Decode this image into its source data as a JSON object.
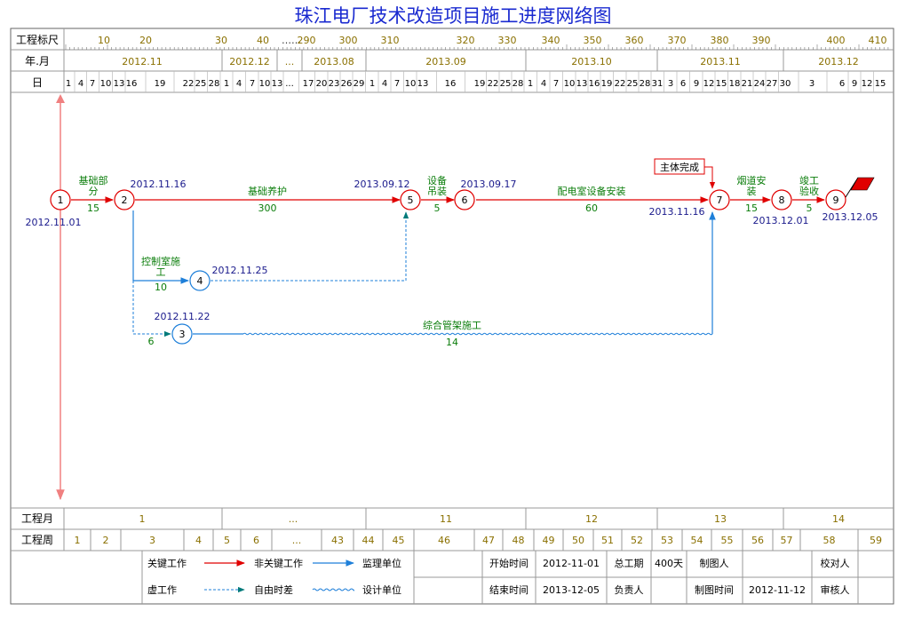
{
  "title": "珠江电厂技术改造项目施工进度网络图",
  "colors": {
    "critical": "#e00000",
    "noncritical": "#1e7fd9",
    "dummy": "#007a7a",
    "label_green": "#0a7d0a",
    "date_blue": "#1a1a8c",
    "gold": "#8a7000",
    "title": "#1a2ad0",
    "grid": "#888888"
  },
  "header": {
    "row_labels": {
      "scale": "工程标尺",
      "yearmonth": "年.月",
      "day": "日"
    },
    "scale_ticks": [
      "10",
      "20",
      "30",
      "40",
      "290",
      "300",
      "310",
      "320",
      "330",
      "340",
      "350",
      "360",
      "370",
      "380",
      "390",
      "400",
      "410"
    ],
    "scale_break": "……",
    "months": [
      "2012.11",
      "2012.12",
      "...",
      "2013.08",
      "2013.09",
      "2013.10",
      "2013.11",
      "2013.12"
    ],
    "days": [
      "1",
      "4",
      "7",
      "10",
      "13",
      "16",
      "19",
      "22",
      "25",
      "28",
      "1",
      "4",
      "7",
      "10",
      "13",
      "...",
      "17",
      "20",
      "23",
      "26",
      "29",
      "1",
      "4",
      "7",
      "10",
      "13",
      "16",
      "19",
      "22",
      "25",
      "28",
      "1",
      "4",
      "7",
      "10",
      "13",
      "16",
      "19",
      "22",
      "25",
      "28",
      "31",
      "3",
      "6",
      "9",
      "12",
      "15",
      "18",
      "21",
      "24",
      "27",
      "30",
      "3",
      "6",
      "9",
      "12",
      "15"
    ]
  },
  "footer": {
    "month_label": "工程月",
    "months": [
      "1",
      "...",
      "11",
      "12",
      "13",
      "14"
    ],
    "week_label": "工程周",
    "weeks": [
      "1",
      "2",
      "3",
      "4",
      "5",
      "6",
      "...",
      "43",
      "44",
      "45",
      "46",
      "47",
      "48",
      "49",
      "50",
      "51",
      "52",
      "53",
      "54",
      "55",
      "56",
      "57",
      "58",
      "59"
    ]
  },
  "legend": {
    "critical": "关键工作",
    "noncritical": "非关键工作",
    "dummy": "虚工作",
    "float": "自由时差",
    "supervisor": "监理单位",
    "designer": "设计单位"
  },
  "info": {
    "start_label": "开始时间",
    "start_value": "2012-11-01",
    "end_label": "结束时间",
    "end_value": "2013-12-05",
    "duration_label": "总工期",
    "duration_value": "400天",
    "owner_label": "负责人",
    "drawer_label": "制图人",
    "draw_time_label": "制图时间",
    "draw_time_value": "2012-11-12",
    "checker_label": "校对人",
    "reviewer_label": "审核人"
  },
  "nodes": [
    {
      "id": "1",
      "label": "1",
      "critical": true
    },
    {
      "id": "2",
      "label": "2",
      "critical": true
    },
    {
      "id": "3",
      "label": "3",
      "critical": false
    },
    {
      "id": "4",
      "label": "4",
      "critical": false
    },
    {
      "id": "5",
      "label": "5",
      "critical": true
    },
    {
      "id": "6",
      "label": "6",
      "critical": true
    },
    {
      "id": "7",
      "label": "7",
      "critical": true
    },
    {
      "id": "8",
      "label": "8",
      "critical": true
    },
    {
      "id": "9",
      "label": "9",
      "critical": true
    }
  ],
  "activities": [
    {
      "name": "基础部\n分",
      "duration": "15"
    },
    {
      "name": "基础养护",
      "duration": "300"
    },
    {
      "name": "设备\n吊装",
      "duration": "5"
    },
    {
      "name": "配电室设备安装",
      "duration": "60"
    },
    {
      "name": "烟道安\n装",
      "duration": "15"
    },
    {
      "name": "竣工\n验收",
      "duration": "5"
    },
    {
      "name": "控制室施\n工",
      "duration": "10"
    },
    {
      "name": "",
      "duration": "6"
    },
    {
      "name": "综合管架施工",
      "duration": "14"
    }
  ],
  "dates": [
    "2012.11.01",
    "2012.11.16",
    "2013.09.12",
    "2013.09.17",
    "2013.11.16",
    "2013.12.01",
    "2013.12.05",
    "2012.11.25",
    "2012.11.22"
  ],
  "milestone": "主体完成"
}
